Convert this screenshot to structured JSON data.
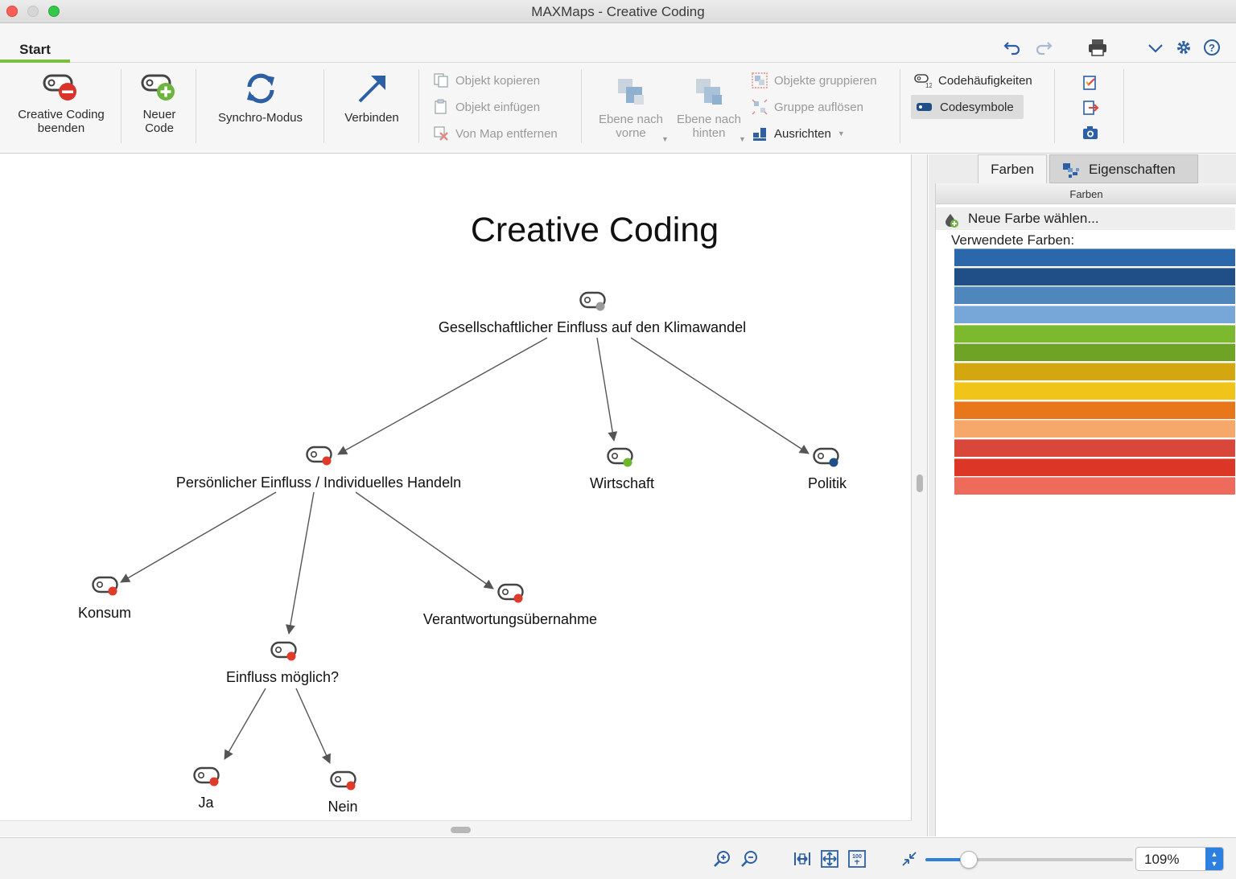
{
  "window": {
    "title": "MAXMaps - Creative Coding"
  },
  "tabs": {
    "start": "Start"
  },
  "ribbon": {
    "end_coding": "Creative Coding beenden",
    "new_code": "Neuer Code",
    "synchro": "Synchro-Modus",
    "connect": "Verbinden",
    "copy_object": "Objekt kopieren",
    "paste_object": "Objekt einfügen",
    "remove_from_map": "Von Map entfernen",
    "bring_forward": "Ebene nach vorne",
    "send_backward": "Ebene nach hinten",
    "group_objects": "Objekte gruppieren",
    "ungroup": "Gruppe auflösen",
    "align": "Ausrichten",
    "code_frequencies": "Codehäufigkeiten",
    "code_symbols": "Codesymbole"
  },
  "map": {
    "title": "Creative Coding",
    "nodes": [
      {
        "id": "root",
        "label": "Gesellschaftlicher Einfluss auf den Klimawandel",
        "dot_color": "#9a9a9a"
      },
      {
        "id": "personal",
        "label": "Persönlicher Einfluss / Individuelles Handeln",
        "dot_color": "#e03a2a"
      },
      {
        "id": "economy",
        "label": "Wirtschaft",
        "dot_color": "#6fb52e"
      },
      {
        "id": "politics",
        "label": "Politik",
        "dot_color": "#1f4f86"
      },
      {
        "id": "consumption",
        "label": "Konsum",
        "dot_color": "#e03a2a"
      },
      {
        "id": "responsibility",
        "label": "Verantwortungsübernahme",
        "dot_color": "#e03a2a"
      },
      {
        "id": "influence",
        "label": "Einfluss möglich?",
        "dot_color": "#e03a2a"
      },
      {
        "id": "yes",
        "label": "Ja",
        "dot_color": "#e03a2a"
      },
      {
        "id": "no",
        "label": "Nein",
        "dot_color": "#e03a2a"
      }
    ],
    "edges": [
      [
        "root",
        "personal"
      ],
      [
        "root",
        "economy"
      ],
      [
        "root",
        "politics"
      ],
      [
        "personal",
        "consumption"
      ],
      [
        "personal",
        "influence"
      ],
      [
        "personal",
        "responsibility"
      ],
      [
        "influence",
        "yes"
      ],
      [
        "influence",
        "no"
      ]
    ]
  },
  "panel": {
    "tab_colors": "Farben",
    "tab_properties": "Eigenschaften",
    "header": "Farben",
    "new_color": "Neue Farbe wählen...",
    "used_colors_label": "Verwendete Farben:",
    "used_colors": [
      "#2b67ab",
      "#1f4f86",
      "#4f87bd",
      "#76a7d8",
      "#7cb92e",
      "#6ea326",
      "#d4a711",
      "#f0c419",
      "#e8771c",
      "#f5a86a",
      "#d9473a",
      "#dc3626",
      "#ee6a5a"
    ]
  },
  "statusbar": {
    "zoom_value": "109%",
    "zoom_fraction": 0.21
  },
  "icons": {
    "undo": "undo-icon",
    "redo": "redo-icon",
    "print": "printer-icon",
    "collapse": "chevron-down-icon",
    "settings": "gear-icon",
    "help": "help-icon"
  }
}
